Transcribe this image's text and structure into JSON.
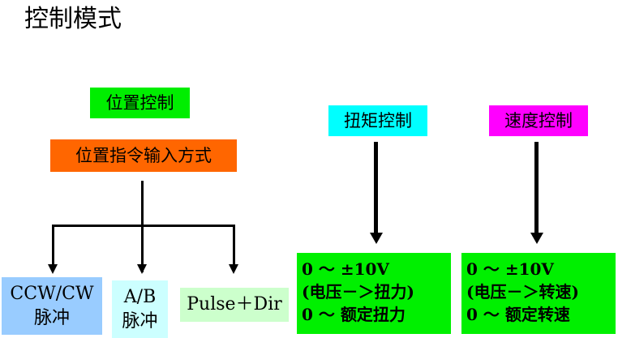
{
  "title": "控制模式",
  "position_control": {
    "label": "位置控制",
    "color": "#00ee00",
    "sub_label": "位置指令输入方式",
    "sub_color": "#ff6600",
    "modes": [
      {
        "line1": "CCW/CW",
        "line2": "脉冲",
        "color": "#99ccff"
      },
      {
        "line1": "A/B",
        "line2": "脉冲",
        "color": "#ccffff"
      },
      {
        "line1": "Pulse＋Dir",
        "color": "#ccffcc"
      }
    ]
  },
  "torque_control": {
    "label": "扭矩控制",
    "color": "#00ffff",
    "lines": [
      "0 ～ ±10V",
      "(电压－＞扭力)",
      "0 ～ 额定扭力"
    ]
  },
  "speed_control": {
    "label": "速度控制",
    "color": "#ff00ff",
    "lines": [
      "0 ～ ±10V",
      "(电压－＞转速)",
      "0 ～ 额定转速"
    ]
  }
}
